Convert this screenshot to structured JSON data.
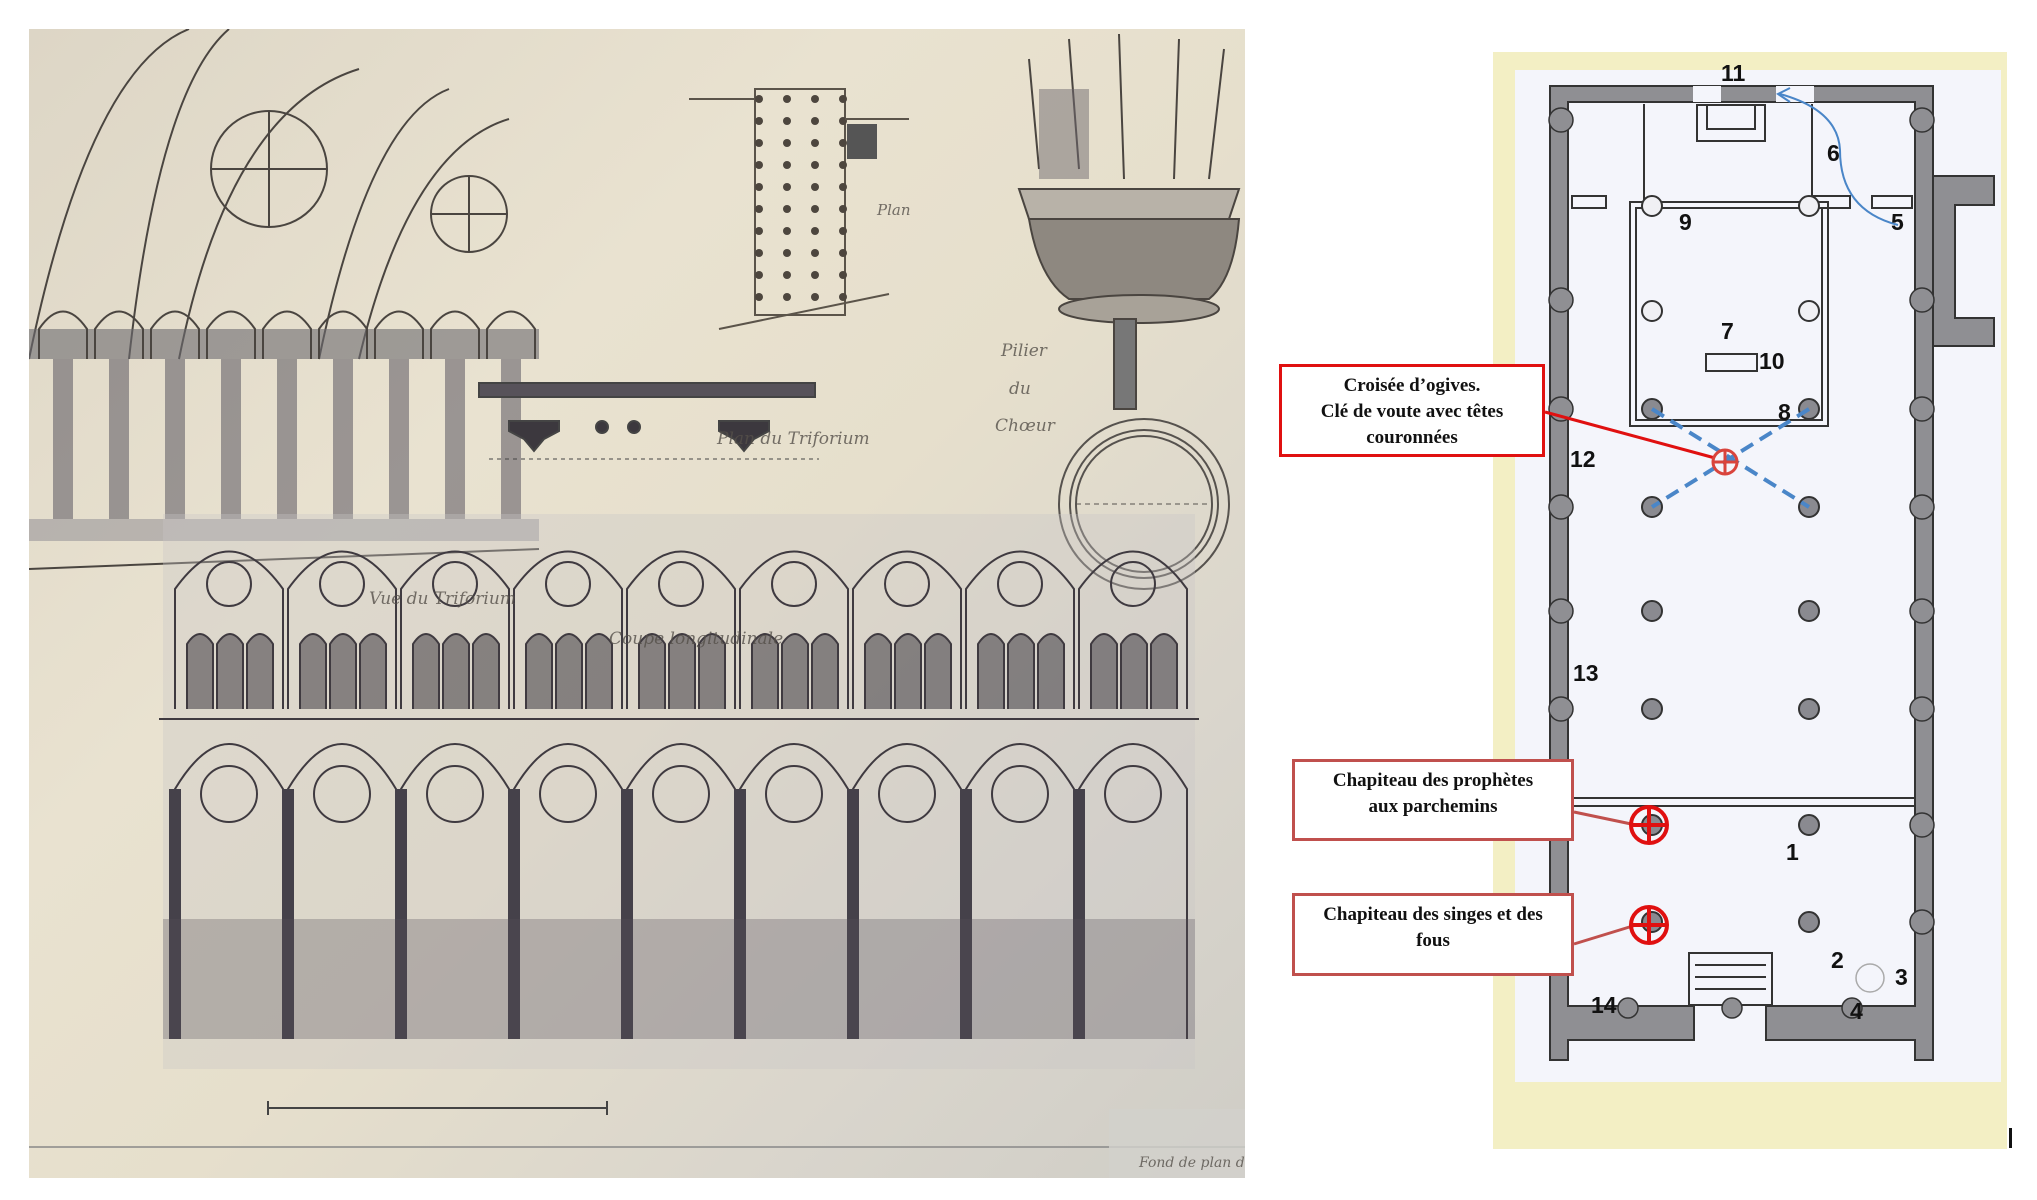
{
  "photo": {
    "captions": {
      "vue_triforium": "Vue du Triforium",
      "plan_triforium": "Plan du Triforium",
      "plan": "Plan",
      "pilier": [
        "Pilier",
        "du",
        "Chœur"
      ],
      "coupe": "Coupe longitudinale",
      "fond": "Fond de plan d"
    }
  },
  "plan": {
    "numbers": [
      "1",
      "2",
      "3",
      "4",
      "5",
      "6",
      "7",
      "8",
      "9",
      "10",
      "11",
      "12",
      "13",
      "14"
    ],
    "colors": {
      "callout_red": "#e01010",
      "callout_dark_red": "#c0504d",
      "vault_blue": "#4a86c8",
      "paper_yellow": "#f3efc4"
    }
  },
  "callouts": [
    {
      "lines": [
        "Croisée d’ogives.",
        "Clé de voute  avec têtes",
        "couronnées"
      ]
    },
    {
      "lines": [
        "Chapiteau des prophètes",
        "aux parchemins"
      ]
    },
    {
      "lines": [
        "Chapiteau des singes et des",
        "fous"
      ]
    }
  ]
}
